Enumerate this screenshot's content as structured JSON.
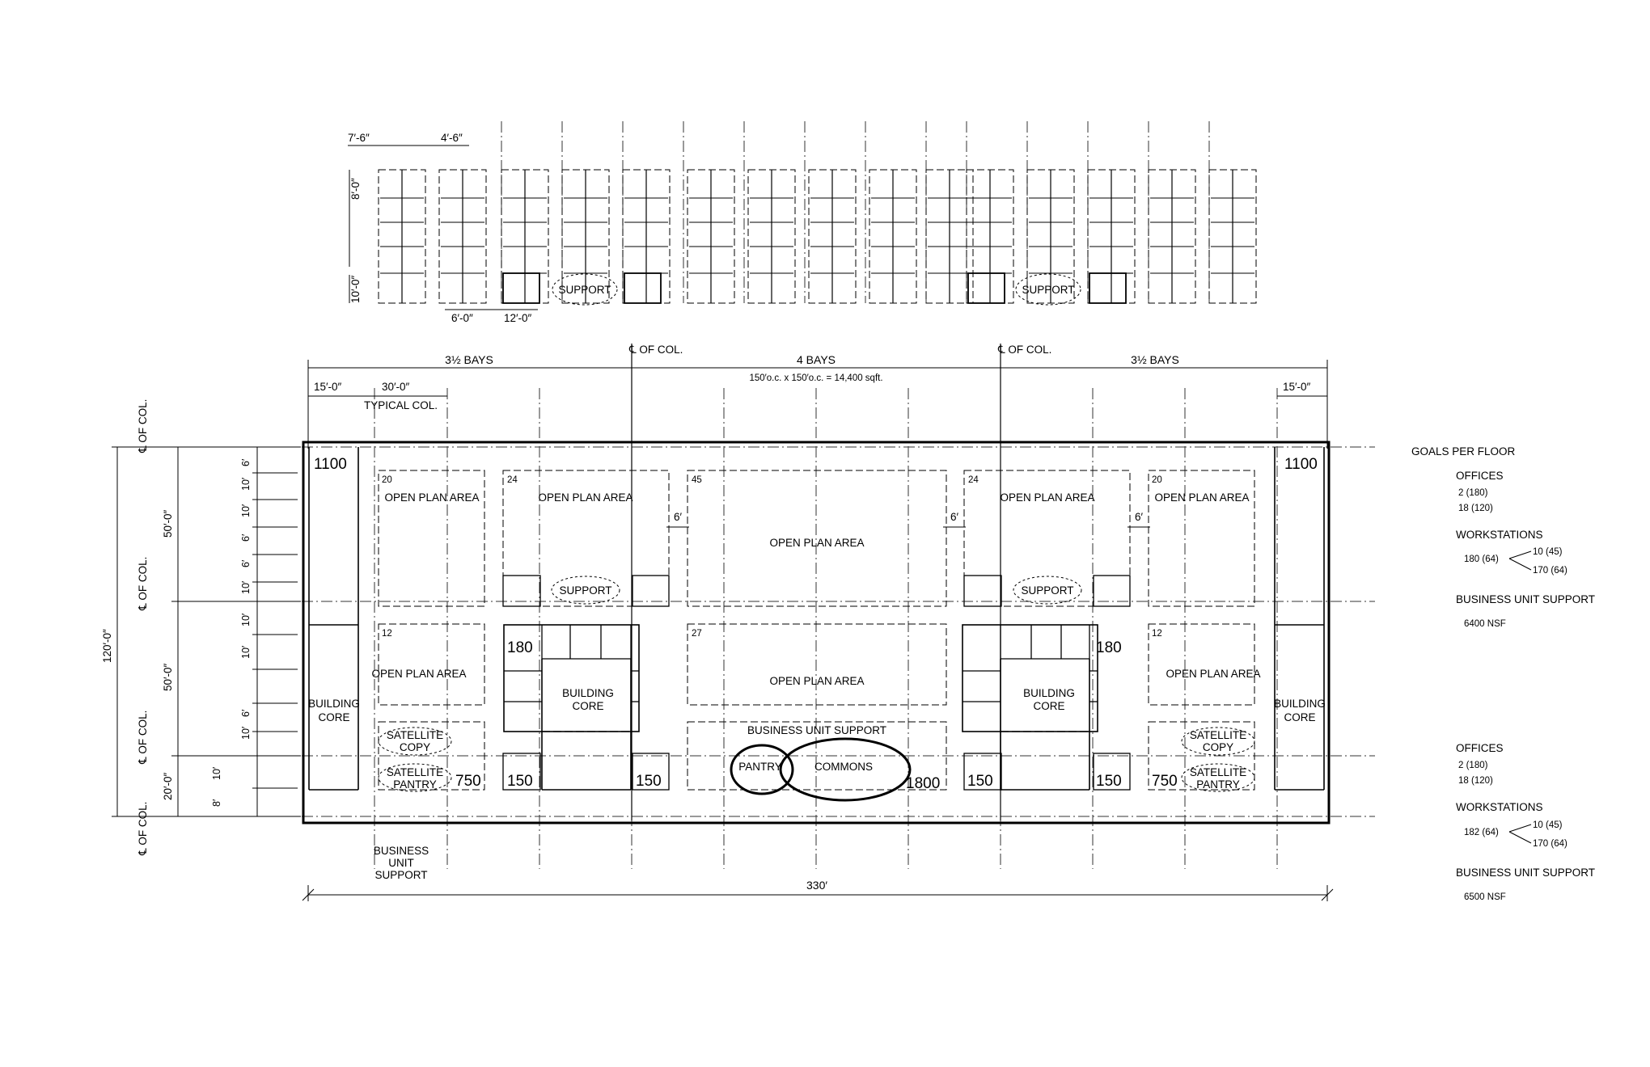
{
  "top_detail": {
    "dim_7_6": "7′-6″",
    "dim_4_6": "4′-6″",
    "dim_8_0": "8′-0″",
    "dim_10_0": "10′-0″",
    "dim_6_0": "6′-0″",
    "dim_12_0": "12′-0″",
    "support_left": "SUPPORT",
    "support_right": "SUPPORT"
  },
  "top_dims": {
    "bays_left": "3½ BAYS",
    "bays_center": "4 BAYS",
    "bays_right": "3½ BAYS",
    "center_note": "150′o.c. x 150′o.c. = 14,400 sqft.",
    "cl_col_1": "℄ OF COL.",
    "cl_col_2": "℄ OF COL.",
    "dim_15_left": "15′-0″",
    "dim_30": "30′-0″",
    "typical_col": "TYPICAL COL.",
    "dim_15_right": "15′-0″"
  },
  "left_dims": {
    "overall": "120′-0″",
    "bay_top": "50′-0″",
    "bay_mid": "50′-0″",
    "bay_bottom": "20′-0″",
    "cl_1": "℄ OF COL.",
    "cl_2": "℄ OF COL.",
    "cl_3": "℄ OF COL.",
    "cl_4": "℄ OF COL.",
    "sub": [
      "6′",
      "10′",
      "10′",
      "6′",
      "6′",
      "10′",
      "10′",
      "10′",
      "6′",
      "10′",
      "10′",
      "8′"
    ]
  },
  "plan": {
    "core_left_1100": "1100",
    "core_right_1100": "1100",
    "bcore_left": [
      "BUILDING",
      "CORE"
    ],
    "bcore_right": [
      "BUILDING",
      "CORE"
    ],
    "bcore_center_left": [
      "BUILDING",
      "CORE"
    ],
    "bcore_center_right": [
      "BUILDING",
      "CORE"
    ],
    "opa_a": {
      "n": "20",
      "label": "OPEN PLAN AREA"
    },
    "opa_b": {
      "n": "24",
      "label": "OPEN PLAN AREA"
    },
    "opa_c": {
      "n": "45",
      "label": "OPEN PLAN AREA"
    },
    "opa_d": {
      "n": "24",
      "label": "OPEN PLAN AREA"
    },
    "opa_e": {
      "n": "20",
      "label": "OPEN PLAN AREA"
    },
    "opa_f": {
      "n": "12",
      "label": "OPEN PLAN AREA"
    },
    "opa_g": {
      "n": "27",
      "label": "OPEN PLAN AREA"
    },
    "opa_h": {
      "n": "12",
      "label": "OPEN PLAN AREA"
    },
    "six_1": "6′",
    "six_2": "6′",
    "six_3": "6′",
    "support_1": "SUPPORT",
    "support_2": "SUPPORT",
    "n180_left": "180",
    "n180_right": "180",
    "sat_copy_left": [
      "SATELLITE",
      "COPY"
    ],
    "sat_pantry_left": [
      "SATELLITE",
      "PANTRY"
    ],
    "sat_copy_right": [
      "SATELLITE",
      "COPY"
    ],
    "sat_pantry_right": [
      "SATELLITE",
      "PANTRY"
    ],
    "n750_left": "750",
    "n750_right": "750",
    "n150_1": "150",
    "n150_2": "150",
    "n150_3": "150",
    "n150_4": "150",
    "bus": "BUSINESS  UNIT SUPPORT",
    "pantry": "PANTRY",
    "commons": "COMMONS",
    "n1800": "1800"
  },
  "bottom": {
    "bus_label": [
      "BUSINESS",
      "UNIT",
      "SUPPORT"
    ],
    "overall": "330′"
  },
  "goals": {
    "title": "GOALS PER FLOOR",
    "group1": {
      "offices": "OFFICES",
      "off_1": "2 (180)",
      "off_2": "18 (120)",
      "workstations": "WORKSTATIONS",
      "ws_total": "180 (64)",
      "ws_a": "10 (45)",
      "ws_b": "170 (64)",
      "bus": "BUSINESS UNIT SUPPORT",
      "nsf": "6400 NSF"
    },
    "group2": {
      "offices": "OFFICES",
      "off_1": "2 (180)",
      "off_2": "18 (120)",
      "workstations": "WORKSTATIONS",
      "ws_total": "182 (64)",
      "ws_a": "10 (45)",
      "ws_b": "170 (64)",
      "bus": "BUSINESS UNIT SUPPORT",
      "nsf": "6500 NSF"
    }
  }
}
